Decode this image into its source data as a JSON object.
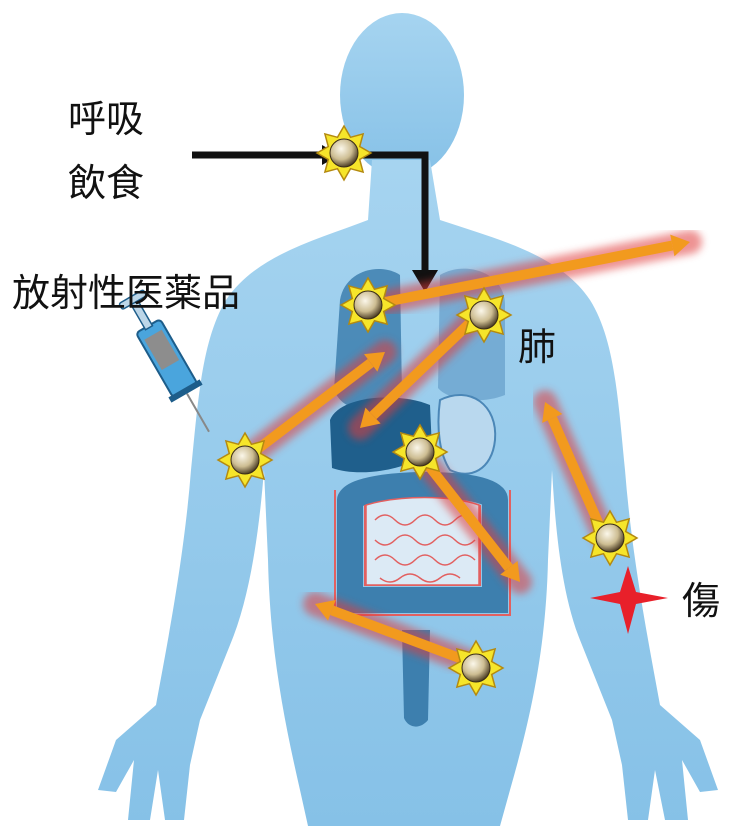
{
  "labels": {
    "breathing": "呼吸",
    "eating": "飲食",
    "radiopharmaceutical": "放射性医薬品",
    "lung": "肺",
    "wound": "傷"
  },
  "colors": {
    "body": "#8ec8ea",
    "body_light": "#a9d6f1",
    "organ_dark": "#1f5f8c",
    "organ_mid": "#3d7fae",
    "organ_light": "#6ea6cf",
    "intestine_line": "#e26060",
    "arrow_glow": "#e03a3a",
    "arrow_core": "#f29a1e",
    "star": "#f6e52a",
    "wound_star": "#e8202a",
    "intake_arrow": "#111111",
    "syringe": "#4aa5dd"
  }
}
